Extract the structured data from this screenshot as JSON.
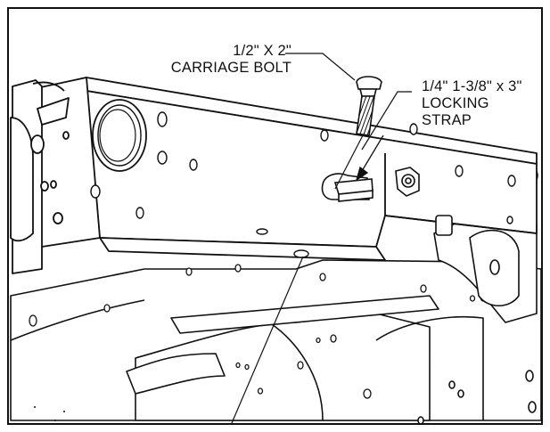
{
  "callouts": {
    "bolt": {
      "line1": "1/2\" X 2\"",
      "line2": "CARRIAGE BOLT"
    },
    "strap": {
      "line1": "1/4\" 1-3/8\" x 3\"",
      "line2": "LOCKING",
      "line3": "STRAP"
    }
  },
  "colors": {
    "ink": "#111111",
    "paper": "#ffffff",
    "shade": "#8a8a8a"
  }
}
